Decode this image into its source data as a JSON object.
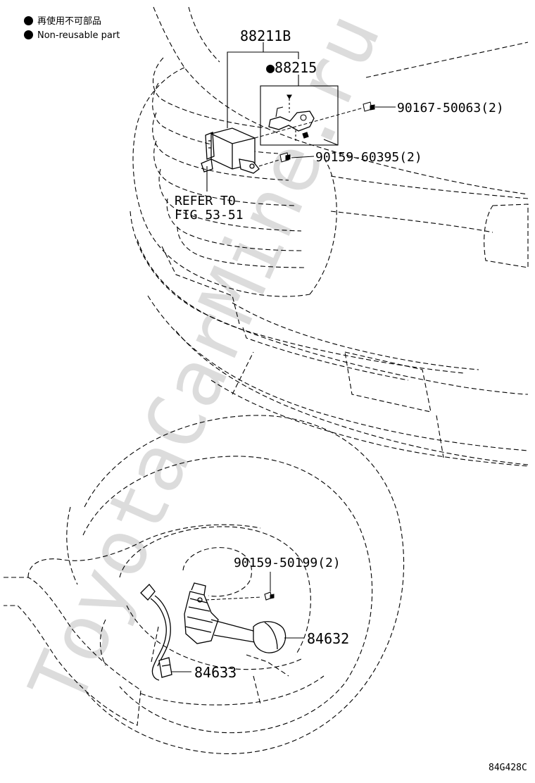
{
  "legend": {
    "line1": "再使用不可部品",
    "line2": "Non-reusable part",
    "marker_color": "#000000"
  },
  "labels": {
    "assembly": "88211B",
    "bracket": "●88215",
    "bolt_upper": "90167-50063(2)",
    "bolt_lower": "90159-60395(2)",
    "refer_line1": "REFER TO",
    "refer_line2": "FIG 53-51",
    "screw_switch": "90159-50199(2)",
    "switch": "84632",
    "harness": "84633"
  },
  "watermark": "ToyotaCarMine.ru",
  "figure_code": "84G428C",
  "colors": {
    "line": "#000000",
    "watermark": "#d9d9d9"
  }
}
